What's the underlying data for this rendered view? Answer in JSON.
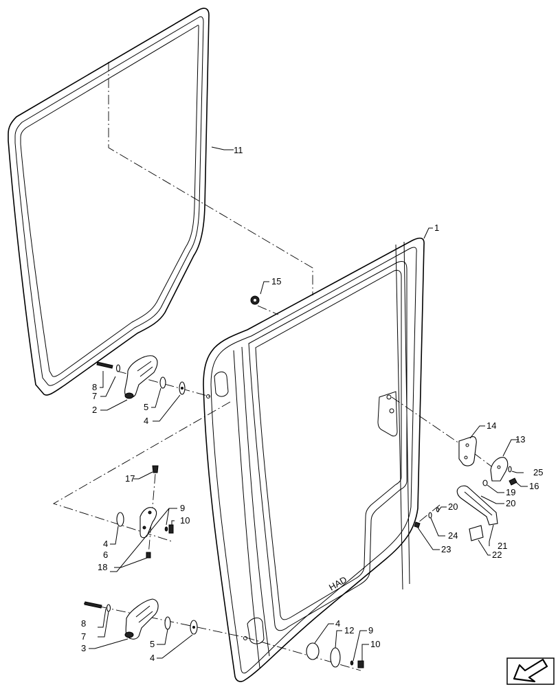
{
  "diagram": {
    "callouts": {
      "c1": "1",
      "c2": "2",
      "c3": "3",
      "c4a": "4",
      "c4b": "4",
      "c4c": "4",
      "c4d": "4",
      "c5a": "5",
      "c5b": "5",
      "c6": "6",
      "c7a": "7",
      "c7b": "7",
      "c8a": "8",
      "c8b": "8",
      "c9a": "9",
      "c9b": "9",
      "c10a": "10",
      "c10b": "10",
      "c11": "11",
      "c12": "12",
      "c13": "13",
      "c14": "14",
      "c15": "15",
      "c16": "16",
      "c17": "17",
      "c18": "18",
      "c19": "19",
      "c20a": "20",
      "c20b": "20",
      "c21": "21",
      "c22": "22",
      "c23": "23",
      "c24": "24",
      "c25": "25"
    },
    "door_stamp": "HAD",
    "nav_icon": "arrow-back-icon"
  }
}
